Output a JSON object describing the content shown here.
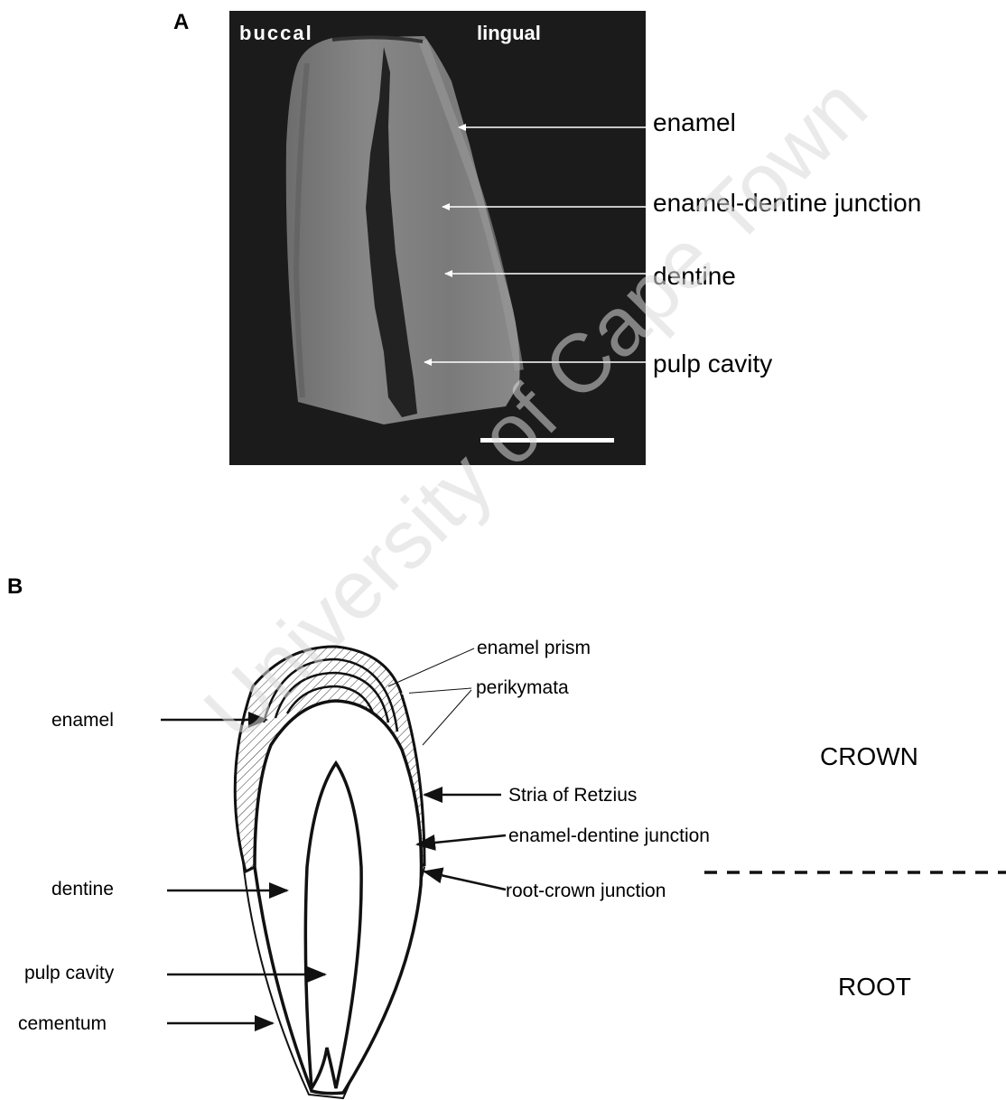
{
  "panel_a": {
    "label": "A",
    "buccal": "buccal",
    "lingual": "lingual",
    "labels": [
      "enamel",
      "enamel-dentine junction",
      "dentine",
      "pulp cavity"
    ]
  },
  "panel_b": {
    "label": "B",
    "left_labels": [
      "enamel",
      "dentine",
      "pulp cavity",
      "cementum"
    ],
    "right_labels": [
      "enamel prism",
      "perikymata",
      "Stria of Retzius",
      "enamel-dentine junction",
      "root-crown junction"
    ],
    "crown": "CROWN",
    "root": "ROOT"
  },
  "watermark": "University of Cape Town",
  "colors": {
    "photo_bg": "#1b1b1b",
    "tooth_gray": "#7b7b7b",
    "line": "#111111",
    "watermark": "#d8d8d8"
  }
}
